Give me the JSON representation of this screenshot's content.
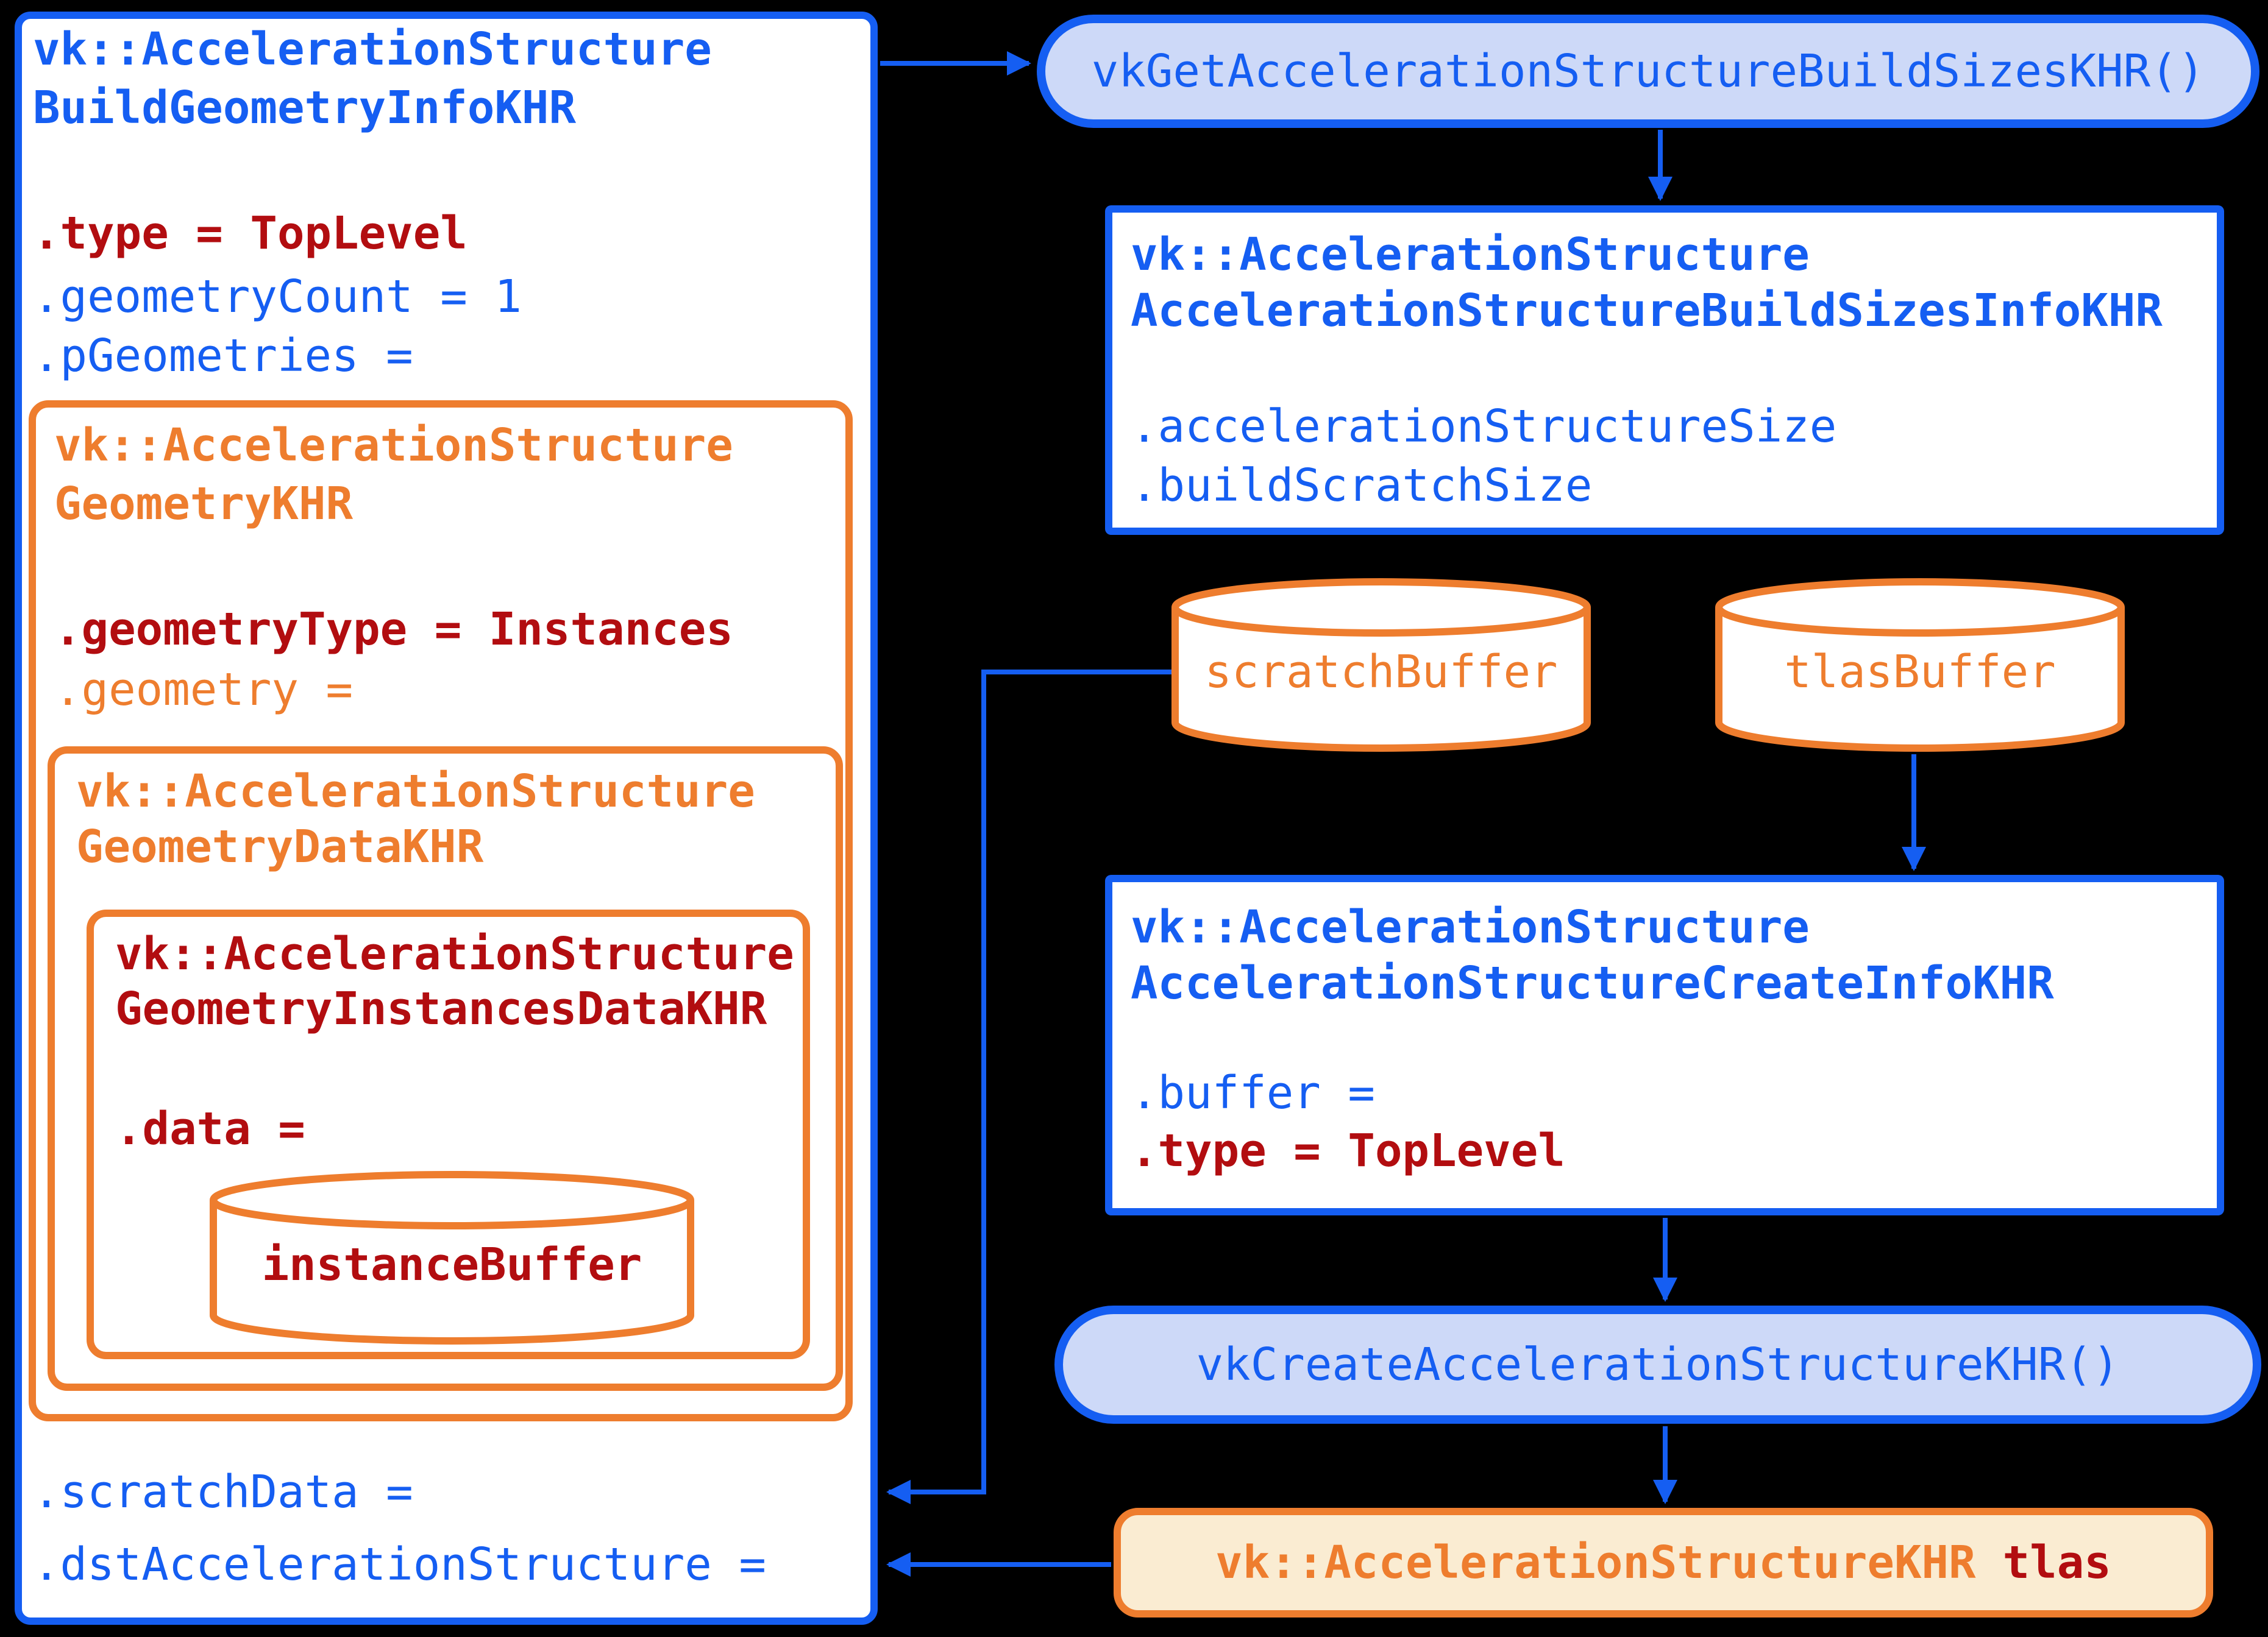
{
  "colors": {
    "blue": "#155EF2",
    "light_blue_fill": "#CDD9F8",
    "orange": "#EE7D2E",
    "dark_red": "#B20D10",
    "cream_fill": "#FAECD2",
    "background": "#000000"
  },
  "build_geometry_info": {
    "title1": "vk::AccelerationStructure",
    "title2": "BuildGeometryInfoKHR",
    "field_type": ".type = TopLevel",
    "field_geometry_count": ".geometryCount = 1",
    "field_p_geometries": ".pGeometries =",
    "field_scratch_data": ".scratchData =",
    "field_dst_acceleration_structure": ".dstAccelerationStructure =",
    "geometry": {
      "title1": "vk::AccelerationStructure",
      "title2": "GeometryKHR",
      "field_geometry_type": ".geometryType = Instances",
      "field_geometry": ".geometry =",
      "geometry_data": {
        "title1": "vk::AccelerationStructure",
        "title2": "GeometryDataKHR",
        "instances_data": {
          "title1": "vk::AccelerationStructure",
          "title2": "GeometryInstancesDataKHR",
          "field_data": ".data =",
          "instance_buffer": "instanceBuffer"
        }
      }
    }
  },
  "get_build_sizes_call": "vkGetAccelerationStructureBuildSizesKHR()",
  "build_sizes_info": {
    "title1": "vk::AccelerationStructure",
    "title2": "AccelerationStructureBuildSizesInfoKHR",
    "field_acceleration_structure_size": ".accelerationStructureSize",
    "field_build_scratch_size": ".buildScratchSize"
  },
  "scratch_buffer": "scratchBuffer",
  "tlas_buffer": "tlasBuffer",
  "create_info": {
    "title1": "vk::AccelerationStructure",
    "title2": "AccelerationStructureCreateInfoKHR",
    "field_buffer": ".buffer =",
    "field_type": ".type = TopLevel"
  },
  "create_call": "vkCreateAccelerationStructureKHR()",
  "tlas_result": {
    "type_name": "vk::AccelerationStructureKHR",
    "variable": "tlas"
  }
}
